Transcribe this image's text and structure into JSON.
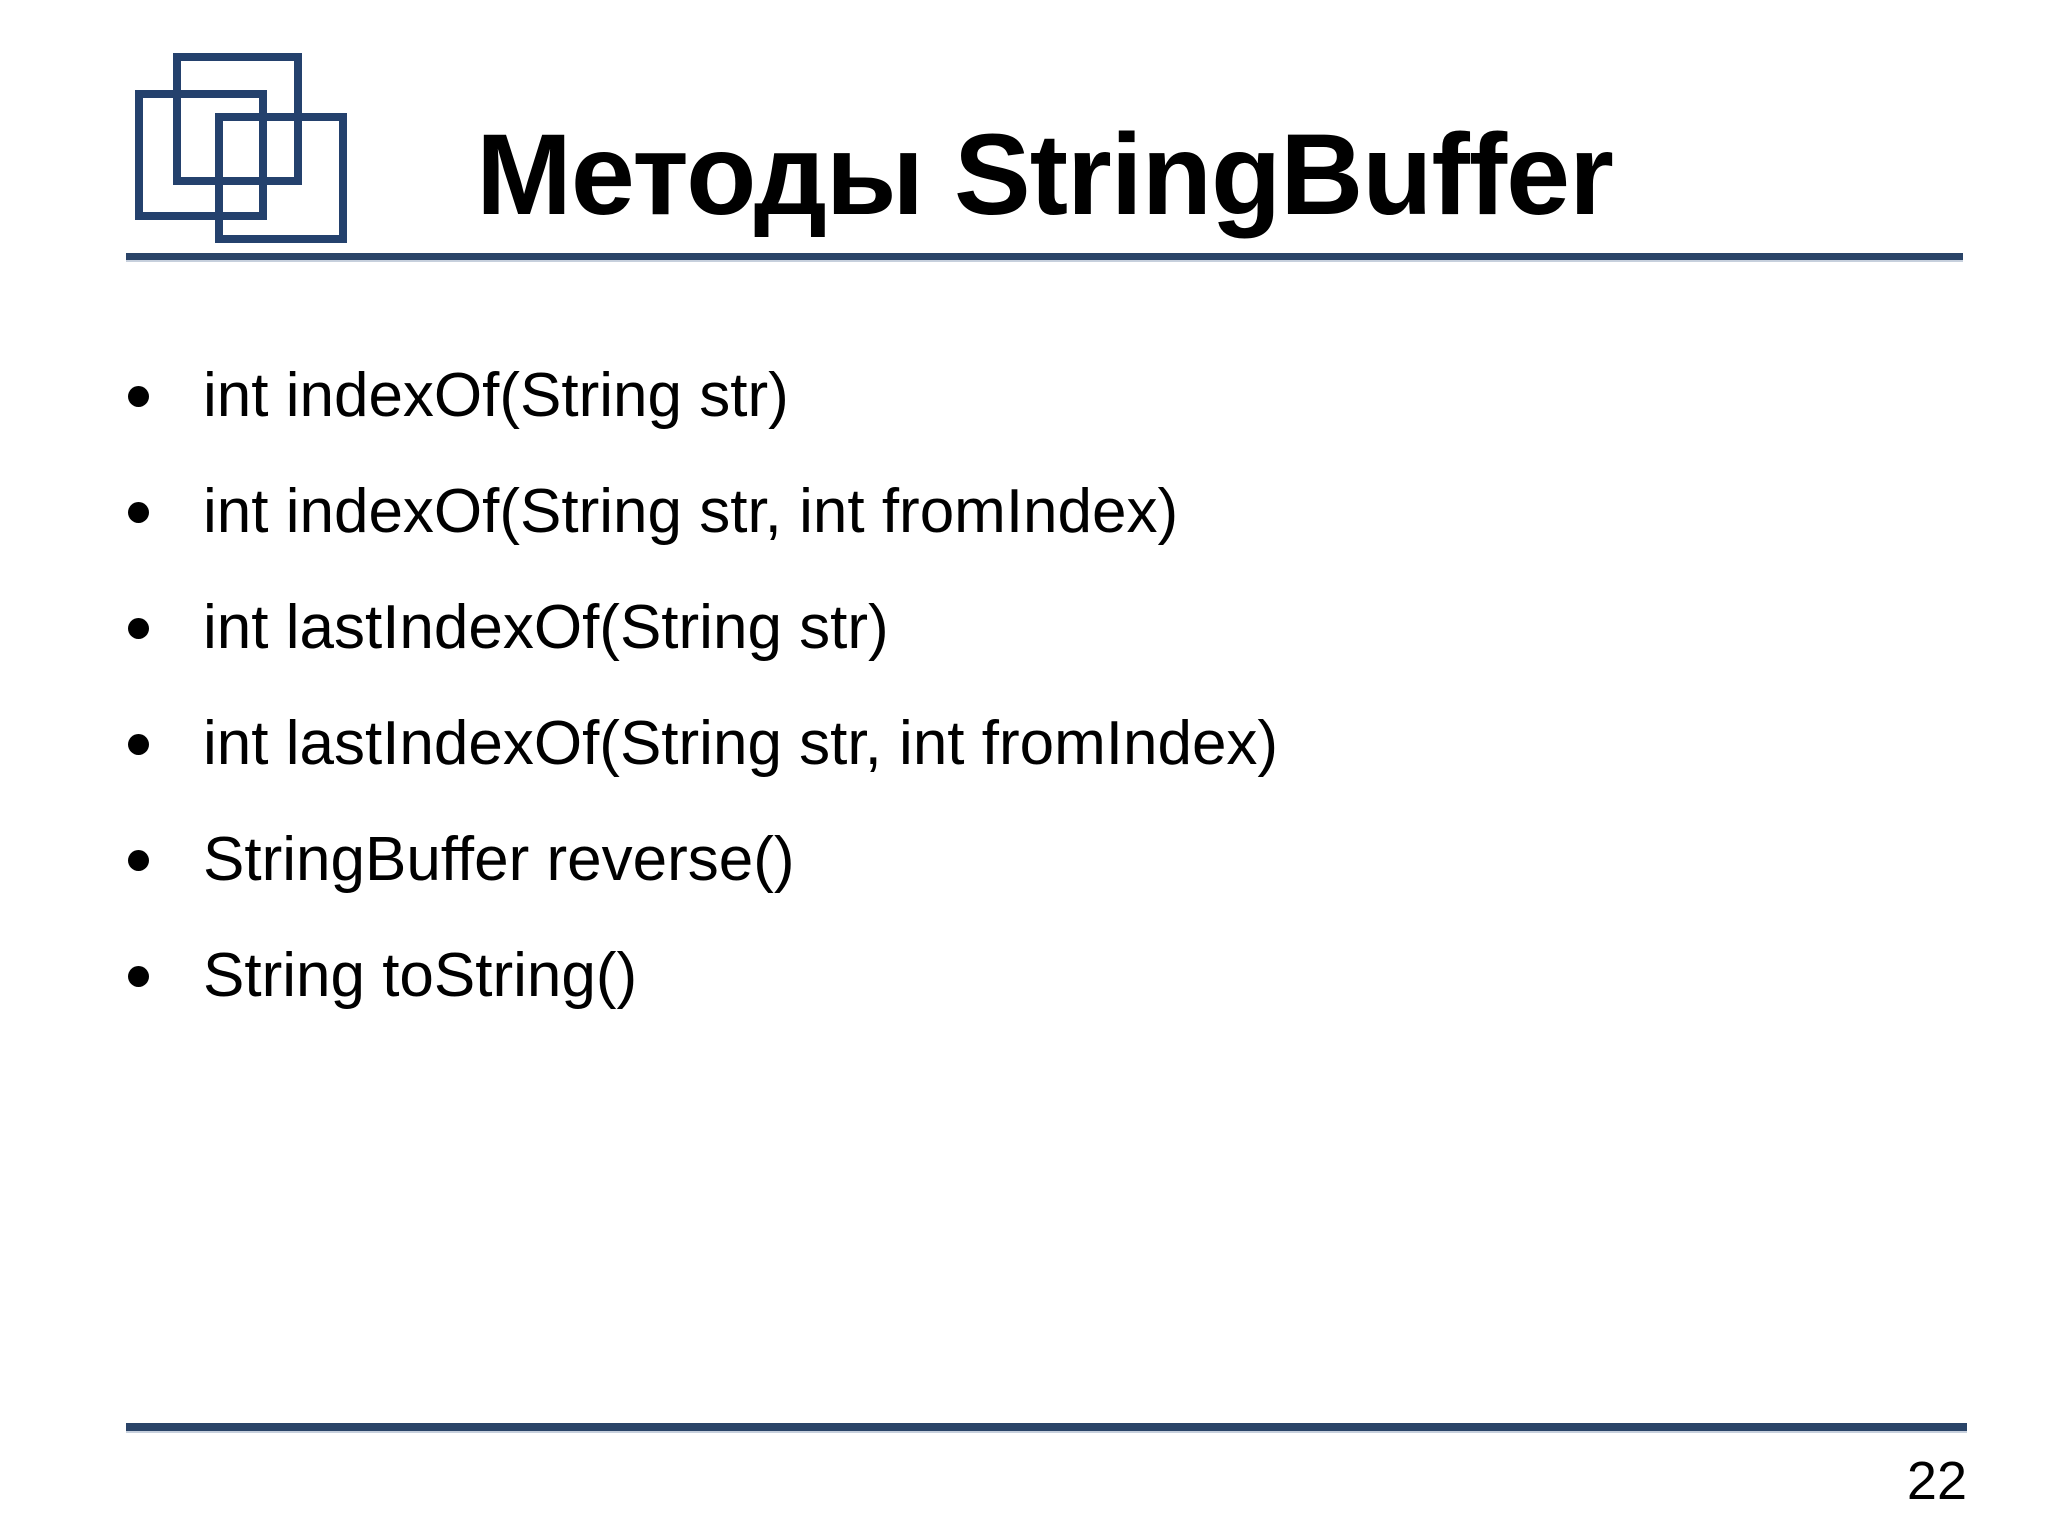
{
  "slide": {
    "title": "Методы StringBuffer",
    "page_number": "22"
  },
  "bullets": [
    "int indexOf(String str)",
    "int indexOf(String str, int fromIndex)",
    "int lastIndexOf(String str)",
    "int lastIndexOf(String str, int fromIndex)",
    "StringBuffer reverse()",
    "String toString()"
  ],
  "icons": {
    "logo": "three-overlapping-squares"
  },
  "colors": {
    "accent_navy": "#2a4468",
    "logo_navy": "#24416d",
    "text": "#000000",
    "background": "#ffffff"
  }
}
